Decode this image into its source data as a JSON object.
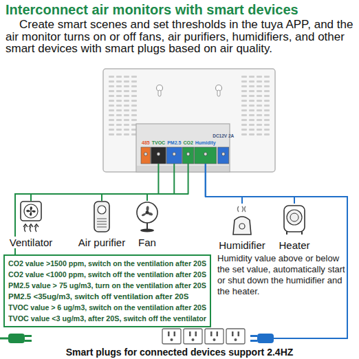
{
  "diagram": {
    "title": "Interconnect air monitors with smart devices",
    "caption": "Smart plugs for connected devices support 2.4HZ",
    "nodes": [
      {
        "text": [
          "485",
          "TVOC",
          "PM2.5",
          "CO2",
          "Humidity",
          "DC12V 2A"
        ]
      },
      {
        "text": [
          "Ventilator"
        ]
      },
      {
        "text": [
          "Air purifier"
        ]
      },
      {
        "text": [
          "Fan"
        ]
      },
      {
        "text": [
          "Humidifier"
        ]
      },
      {
        "text": [
          "Heater"
        ]
      },
      {
        "text": [
          "CO2 value >1500 ppm, switch on the ventilation after 20S",
          "CO2 value <1000 ppm, switch off the ventilation after 20S",
          "PM2.5 value > 75 ug/m3, turn on the ventilation after 20S",
          "PM2.5 <35ug/m3, switch off ventilation after 20S",
          "TVOC value > 6 ug/m3, switch on the ventilation after 20S",
          "TVOC value <3 ug/m3, after 20S, switch off the ventilator"
        ]
      }
    ],
    "edges": [
      {
        "from": 0,
        "to": 1,
        "arrow": "none"
      },
      {
        "from": 0,
        "to": 2,
        "arrow": "none"
      },
      {
        "from": 0,
        "to": 3,
        "arrow": "none"
      },
      {
        "from": 0,
        "to": 4,
        "arrow": "none"
      },
      {
        "from": 0,
        "to": 5,
        "arrow": "none"
      }
    ],
    "labels": [
      "Create smart scenes and set thresholds in the tuya APP, and the air monitor turns on or off fans, air purifiers, humidifiers, and other smart devices with smart plugs based on air quality.",
      "Humidity value above or below the set value, automatically start or shut down the humidifier and the heater."
    ]
  }
}
